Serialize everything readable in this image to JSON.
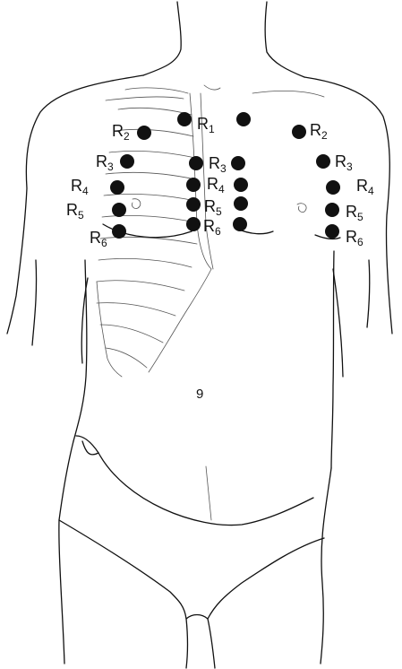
{
  "figure": {
    "navel_mark": "9",
    "dot_color": "#111111",
    "line_color": "#111111",
    "labels": {
      "r1": {
        "base": "R",
        "sub": "1"
      },
      "r2_left": {
        "base": "R",
        "sub": "2"
      },
      "r2_right": {
        "base": "R",
        "sub": "2"
      },
      "r3_left": {
        "base": "R",
        "sub": "3"
      },
      "r3_mid": {
        "base": "R",
        "sub": "3"
      },
      "r3_right": {
        "base": "R",
        "sub": "3"
      },
      "r4_left": {
        "base": "R",
        "sub": "4"
      },
      "r4_mid": {
        "base": "R",
        "sub": "4"
      },
      "r4_right": {
        "base": "R",
        "sub": "4"
      },
      "r5_left": {
        "base": "R",
        "sub": "5"
      },
      "r5_mid": {
        "base": "R",
        "sub": "5"
      },
      "r5_right": {
        "base": "R",
        "sub": "5"
      },
      "r6_left": {
        "base": "R",
        "sub": "6"
      },
      "r6_mid": {
        "base": "R",
        "sub": "6"
      },
      "r6_right": {
        "base": "R",
        "sub": "6"
      }
    }
  }
}
